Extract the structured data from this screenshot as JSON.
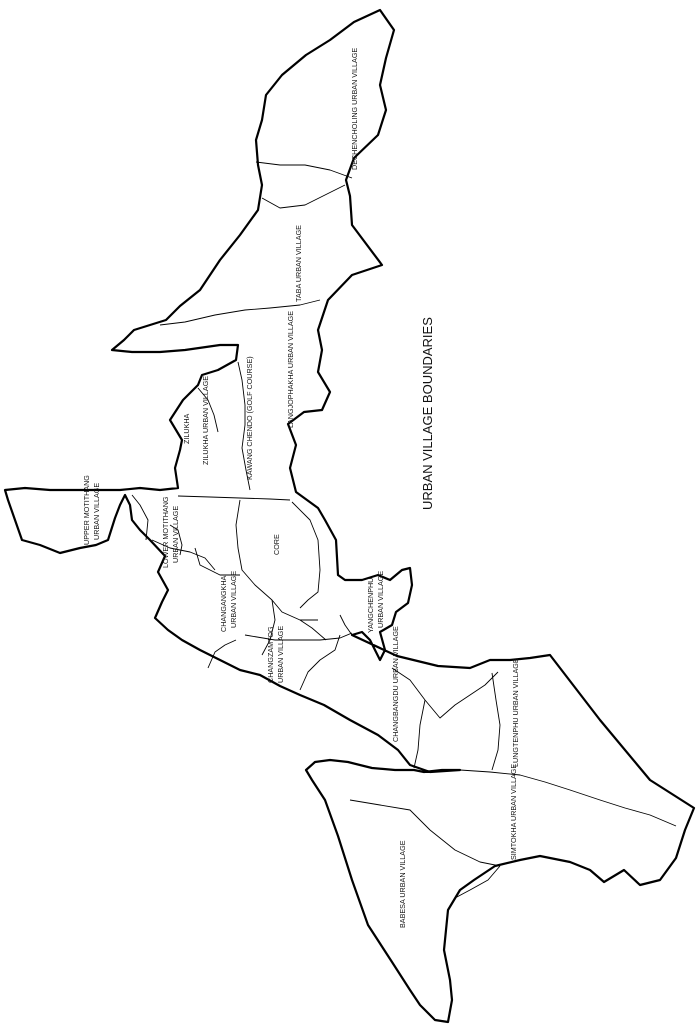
{
  "map": {
    "title": "URBAN VILLAGE BOUNDARIES",
    "labels": {
      "dechencholing": "DECHENCHOLING URBAN VILLAGE",
      "taba": "TABA URBAN VILLAGE",
      "langjophakha": "LANGJOPHAKHA URBAN VILLAGE",
      "kawang": "KAWANG CHENDO (GOLF COURSE)",
      "zilukha_village": "ZILUKHA URBAN VILLAGE",
      "zilukha": "ZILUKHA",
      "upper_motithang_1": "UPPER MOTITHANG",
      "upper_motithang_2": "URBAN VILLAGE",
      "lower_motithang_1": "LOWER MOTITHANG",
      "lower_motithang_2": "URBAN VILLAGE",
      "core": "CORE",
      "changangkha_1": "CHANGANGKHA",
      "changangkha_2": "URBAN VILLAGE",
      "changzamtog_1": "CHANGZAMTOG",
      "changzamtog_2": "URBAN VILLAGE",
      "yangchenphu_1": "YANGCHENPHU",
      "yangchenphu_2": "URBAN VILLAGE",
      "changbangdu": "CHANGBANGDU URBAN VILLAGE",
      "lungtenphu": "LUNGTENPHU URBAN VILLAGE",
      "simtokha": "SIMTOKHA URBAN VILLAGE",
      "babesa": "BABESA URBAN VILLAGE"
    }
  }
}
